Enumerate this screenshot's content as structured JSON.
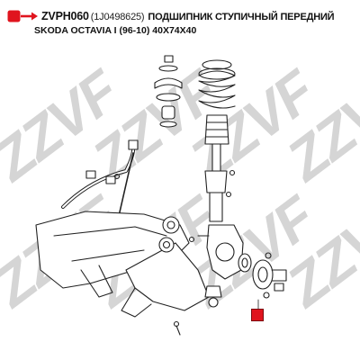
{
  "header": {
    "part_code": "ZVPH060",
    "oem_number": "(1J0498625)",
    "description_line1": "ПОДШИПНИК СТУПИЧНЫЙ ПЕРЕДНИЙ",
    "description_line2": "SKODA OCTAVIA I (96-10) 40X74X40"
  },
  "watermark": {
    "text": "ZZVF"
  },
  "colors": {
    "brand_red": "#e0141e",
    "line": "#222222",
    "watermark": "#d5d5d5"
  },
  "icons": {
    "brand_mark": "red-rounded-square-with-arrow",
    "part_marker": "red-square-marker"
  }
}
